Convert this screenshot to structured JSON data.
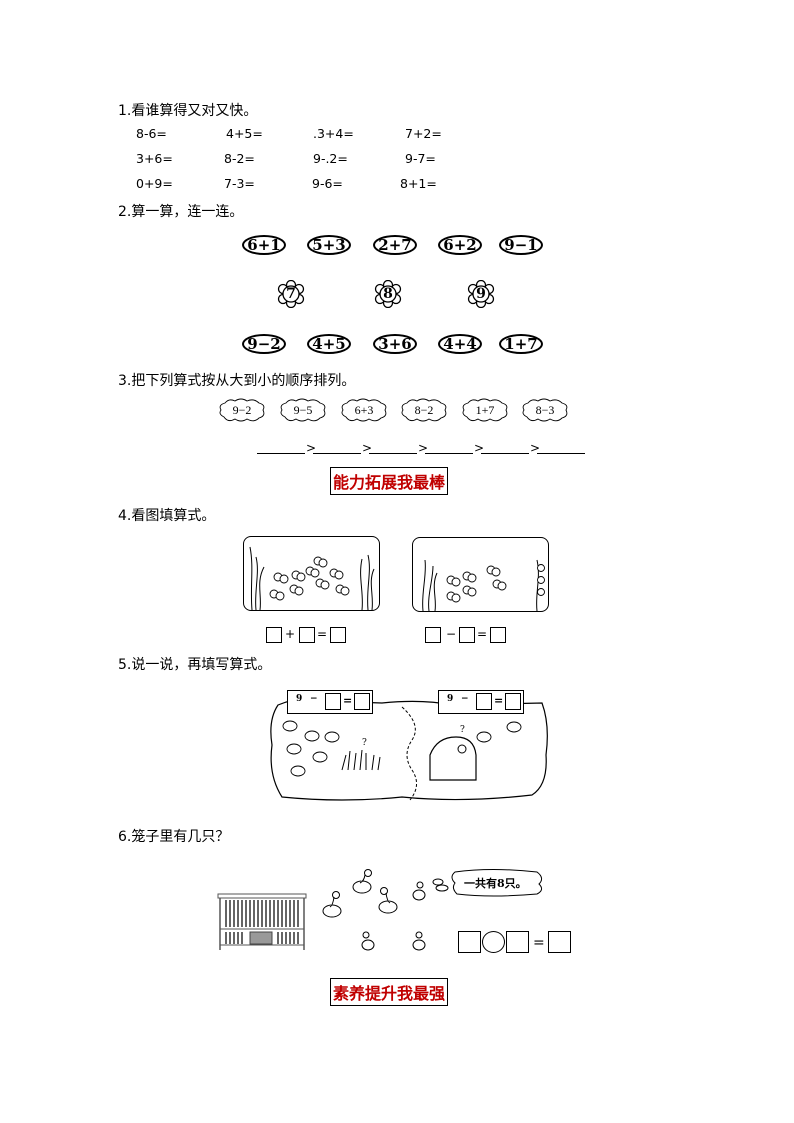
{
  "q1": {
    "title": "1.看谁算得又对又快。",
    "rows": [
      [
        "8-6=",
        "4+5=",
        ".3+4=",
        "7+2="
      ],
      [
        "3+6=",
        "8-2=",
        "9-.2=",
        "9-7="
      ],
      [
        "0+9=",
        "7-3=",
        "9-6=",
        "8+1="
      ]
    ]
  },
  "q2": {
    "title": "2.算一算，连一连。",
    "top": [
      "6+1",
      "5+3",
      "2+7",
      "6+2",
      "9−1"
    ],
    "flowers": [
      "7",
      "8",
      "9"
    ],
    "bottom": [
      "9−2",
      "4+5",
      "3+6",
      "4+4",
      "1+7"
    ]
  },
  "q3": {
    "title": "3.把下列算式按从大到小的顺序排列。",
    "clouds": [
      "9−2",
      "9−5",
      "6+3",
      "8−2",
      "1+7",
      "8−3"
    ],
    "separator": ">"
  },
  "banner1": "能力拓展我最棒",
  "q4": {
    "title": "4.看图填算式。",
    "left_op": "+",
    "right_op": "−",
    "eq": "="
  },
  "q5": {
    "title": "5.说一说，再填写算式。",
    "left_eq": {
      "num": "9",
      "op": "−",
      "eq": "="
    },
    "right_eq": {
      "num": "9",
      "op": "−",
      "eq": "="
    },
    "question_mark": "?"
  },
  "q6": {
    "title": "6.笼子里有几只？",
    "speech": "一共有8只。",
    "eq": "="
  },
  "banner2": "素养提升我最强",
  "colors": {
    "banner_red": "#c00000",
    "text": "#000000"
  }
}
